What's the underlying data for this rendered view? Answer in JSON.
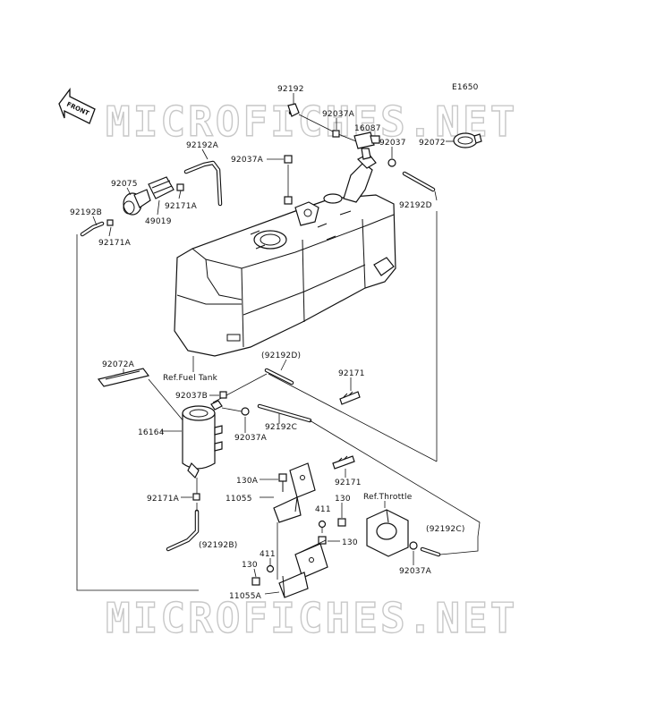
{
  "diagram_code": "E1650",
  "front_label": "FRONT",
  "watermark_text": "MICROFICHES.NET",
  "labels": {
    "p92192_top": "92192",
    "p92037A_top": "92037A",
    "p16087": "16087",
    "p92037": "92037",
    "p92072": "92072",
    "p92037A_left": "92037A",
    "p92192A": "92192A",
    "p92075": "92075",
    "p92171A_up": "92171A",
    "p49019": "49019",
    "p92192B": "92192B",
    "p92171A_low": "92171A",
    "p92192D": "92192D",
    "ref_fuel_tank": "Ref.Fuel Tank",
    "p92072A": "92072A",
    "p92192D_paren": "(92192D)",
    "p92171_upper": "92171",
    "p92037B": "92037B",
    "p16164": "16164",
    "p92037A_mid": "92037A",
    "p92192C": "92192C",
    "p92171_lower": "92171",
    "p130A": "130A",
    "p11055": "11055",
    "p92171A_bottom": "92171A",
    "p130_right": "130",
    "ref_throttle": "Ref.Throttle",
    "p411_right": "411",
    "p92192C_paren": "(92192C)",
    "p92192B_paren": "(92192B)",
    "p130_mid": "130",
    "p92037A_right": "92037A",
    "p411_left": "411",
    "p130_left": "130",
    "p11055A": "11055A"
  }
}
